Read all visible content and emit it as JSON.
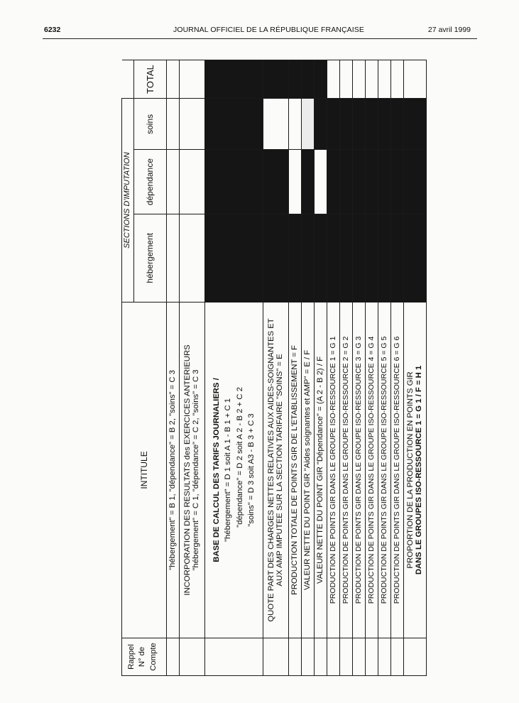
{
  "header": {
    "page_number": "6232",
    "journal": "JOURNAL OFFICIEL DE LA RÉPUBLIQUE FRANÇAISE",
    "date": "27 avril 1999"
  },
  "table": {
    "rappel_header": [
      "Rappel",
      "N° de",
      "Compte"
    ],
    "intitule_header": "INTITULE",
    "sections_header": "SECTIONS D'IMPUTATION",
    "col_hebergement": "hébergement",
    "col_dependance": "dépendance",
    "col_soins": "soins",
    "col_total": "TOTAL",
    "rows": [
      "\"hébergement\" = B 1, \"dépendance\" = B 2, \"soins\" = C 3",
      "INCORPORATION DES RESULTATS des EXERCICES ANTERIEURS",
      "\"hébergement\" = C 1, \"dépendance\" = C 2, \"soins\" = C 3",
      "BASE DE CALCUL DES TARIFS JOURNALIERS /",
      "\"hébergement\" = D 1 soit A 1 - B 1 + C 1",
      "\"dépendance\" = D 2 soit A 2 - B 2 + C 2",
      "\"soins\" = D 3 soit A3 - B 3 + C 3",
      "QUOTE PART DES CHARGES NETTES RELATIVES AUX AIDES-SOIGNANTES ET",
      "AUX AMP IMPUTEE SUR LA SECTION TARIFAIRE \"SOINS\" = E",
      "PRODUCTION TOTALE DE POINTS GIR DE L'ETABLISSEMENT = F",
      "VALEUR NETTE DU POINT GIR \"Aides soignantes et AMP\" = E / F",
      "VALEUR NETTE DU POINT GIR \"Dépendance\" = (A 2 - B 2) / F",
      "PRODUCTION DE POINTS GIR DANS LE GROUPE ISO-RESSOURCE 1 = G 1",
      "PRODUCTION DE POINTS GIR DANS LE GROUPE ISO-RESSOURCE 2 = G 2",
      "PRODUCTION DE POINTS GIR DANS LE GROUPE ISO-RESSOURCE 3 = G 3",
      "PRODUCTION DE POINTS GIR DANS LE GROUPE ISO-RESSOURCE 4 = G 4",
      "PRODUCTION DE POINTS GIR DANS LE GROUPE ISO-RESSOURCE 5 = G 5",
      "PRODUCTION DE POINTS GIR DANS LE GROUPE ISO-RESSOURCE 6 = G 6",
      "PROPORTION DE LA PRODUCTION EN POINTS GIR",
      "DANS LE GROUPES ISO-RESSOURCE 1 = G 1 / F = H 1"
    ]
  }
}
